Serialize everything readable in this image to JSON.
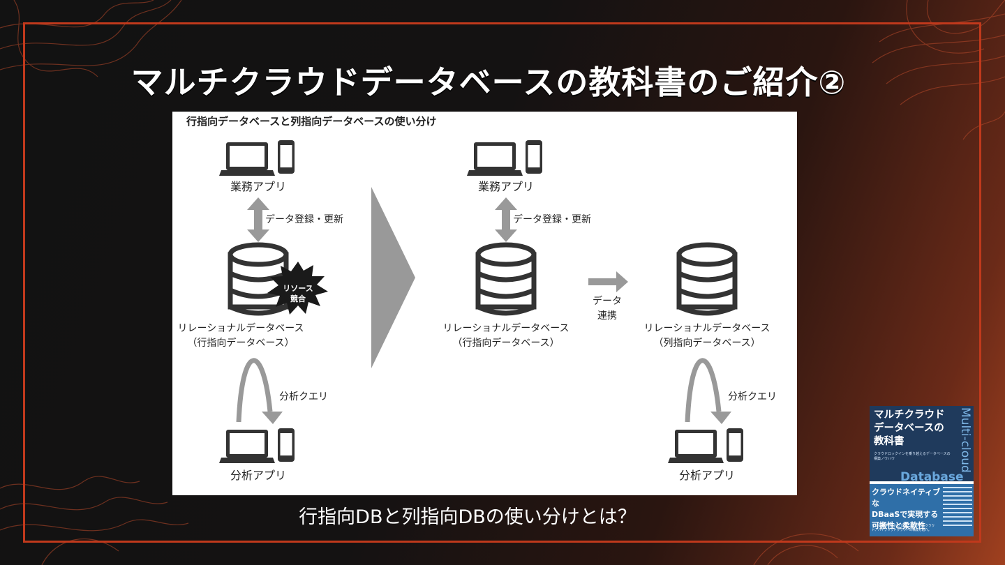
{
  "title": "マルチクラウドデータベースの教科書のご紹介②",
  "caption": "行指向DBと列指向DBの使い分けとは？",
  "diagram": {
    "heading": "行指向データベースと列指向データベースの使い分け",
    "left": {
      "business_app": "業務アプリ",
      "register_update": "データ登録・更新",
      "contention_line1": "リソース",
      "contention_line2": "競合",
      "db_line1": "リレーショナルデータベース",
      "db_line2": "（行指向データベース）",
      "analysis_query": "分析クエリ",
      "analysis_app": "分析アプリ"
    },
    "right": {
      "business_app": "業務アプリ",
      "register_update": "データ登録・更新",
      "row_db_line1": "リレーショナルデータベース",
      "row_db_line2": "（行指向データベース）",
      "link_line1": "データ",
      "link_line2": "連携",
      "col_db_line1": "リレーショナルデータベース",
      "col_db_line2": "（列指向データベース）",
      "analysis_query": "分析クエリ",
      "analysis_app": "分析アプリ"
    }
  },
  "book": {
    "title_line1": "マルチクラウド",
    "title_line2": "データベースの",
    "title_line3": "教科書",
    "subtitle": "クラウドロックインを乗り越えるデータベースの構築ノウハウ",
    "vertical_text": "Multi-cloud",
    "database_word": "Database",
    "tagline_line1": "クラウドネイティブな",
    "tagline_line2": "DBaaSで実現する",
    "tagline_line3": "可搬性と柔軟性",
    "blurb": "マルチクラウドだけでなく、シングルクラウド、ハイブリッドクラウドの構成も紹介。"
  },
  "colors": {
    "accent": "#c0391c",
    "diagram_ink": "#333333",
    "arrow_gray": "#999999"
  }
}
